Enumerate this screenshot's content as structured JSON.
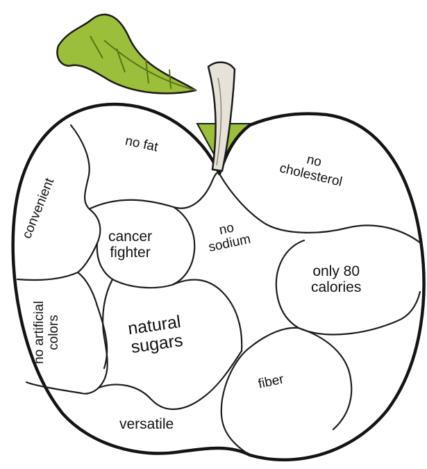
{
  "regions": [
    {
      "id": "no-fat",
      "text": "no fat"
    },
    {
      "id": "no-cholesterol",
      "text": "no\ncholesterol"
    },
    {
      "id": "convenient",
      "text": "convenient"
    },
    {
      "id": "cancer-fighter",
      "text": "cancer\nfighter"
    },
    {
      "id": "no-sodium",
      "text": "no\nsodium"
    },
    {
      "id": "only-80-calories",
      "text": "only 80\ncalories"
    },
    {
      "id": "no-artificial-colors",
      "text": "no artificial\ncolors"
    },
    {
      "id": "natural-sugars",
      "text": "natural\nsugars"
    },
    {
      "id": "fiber",
      "text": "fiber"
    },
    {
      "id": "versatile",
      "text": "versatile"
    }
  ],
  "colors": {
    "leaf": "#9bbf3a",
    "leaf_vein": "#5a7417",
    "stem": "#e7e2d8",
    "outline": "#141414"
  }
}
